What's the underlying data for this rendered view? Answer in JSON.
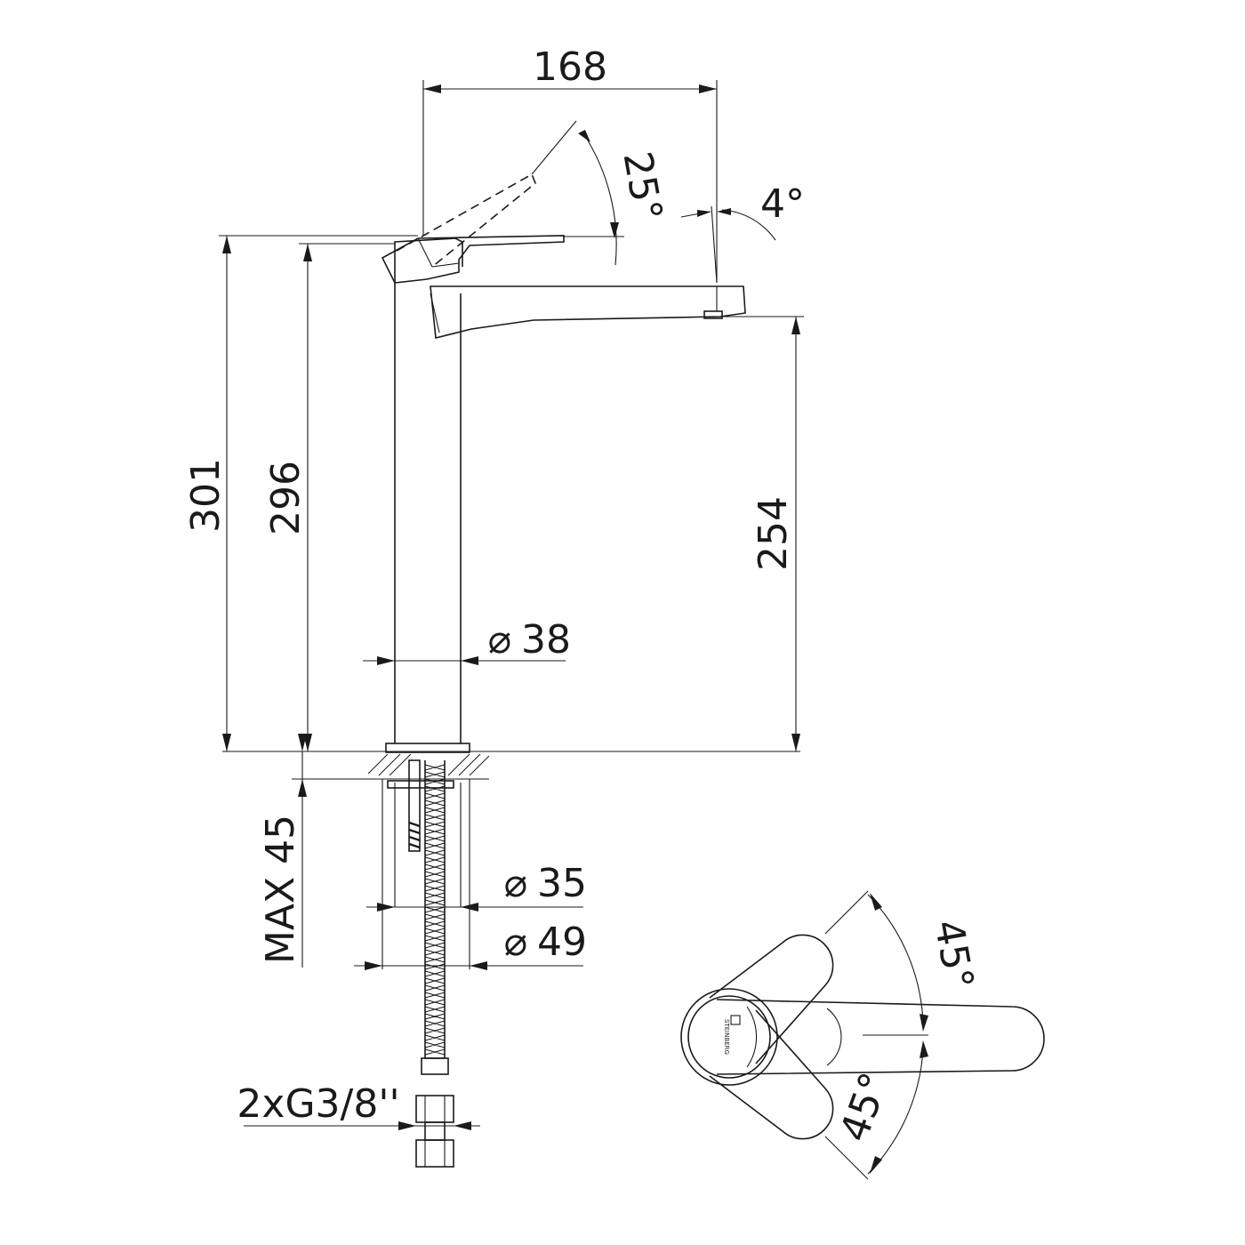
{
  "dimensions": {
    "overall_width": "168",
    "lever_angle": "25°",
    "spout_tilt": "4°",
    "total_height": "301",
    "body_height": "296",
    "spout_height": "254",
    "body_diameter": "38",
    "max_countertop": "MAX 45",
    "flange_diameter_small": "35",
    "flange_diameter_large": "49",
    "hose_thread": "2xG3/8''",
    "rotation_top": "45°",
    "rotation_bottom": "45°"
  },
  "symbols": {
    "diameter": "⌀"
  },
  "logo": {
    "text": "STEINBERG"
  }
}
